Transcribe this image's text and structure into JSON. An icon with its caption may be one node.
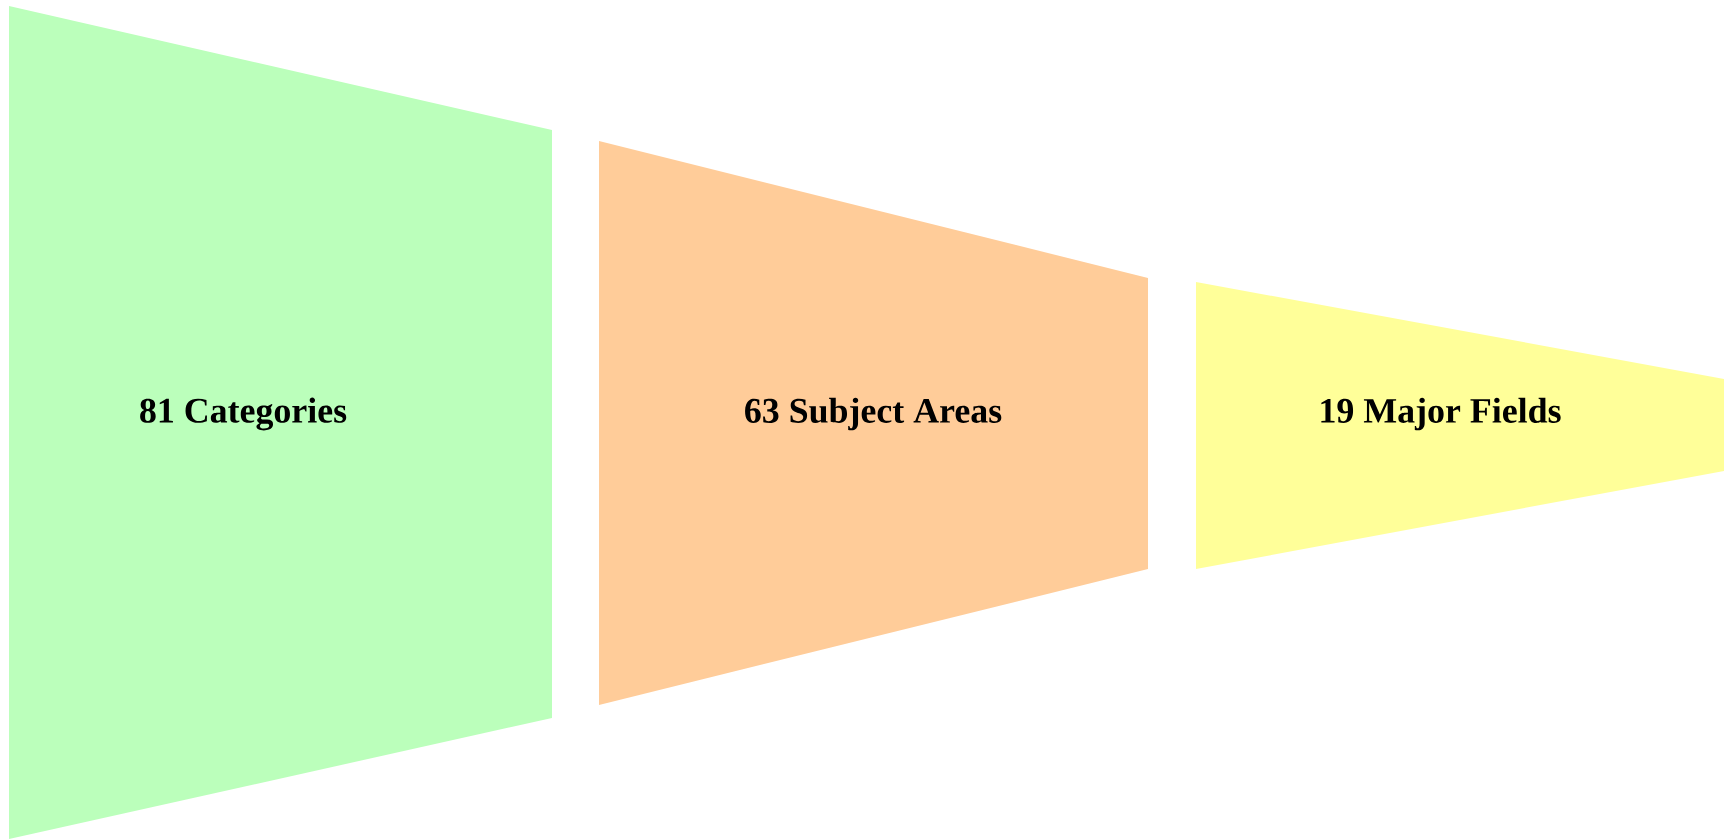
{
  "diagram": {
    "nodes": [
      {
        "text": [
          "81 Categories"
        ]
      },
      {
        "text": [
          "63 Subject Areas"
        ]
      },
      {
        "text": [
          "19 Major Fields"
        ]
      }
    ]
  }
}
